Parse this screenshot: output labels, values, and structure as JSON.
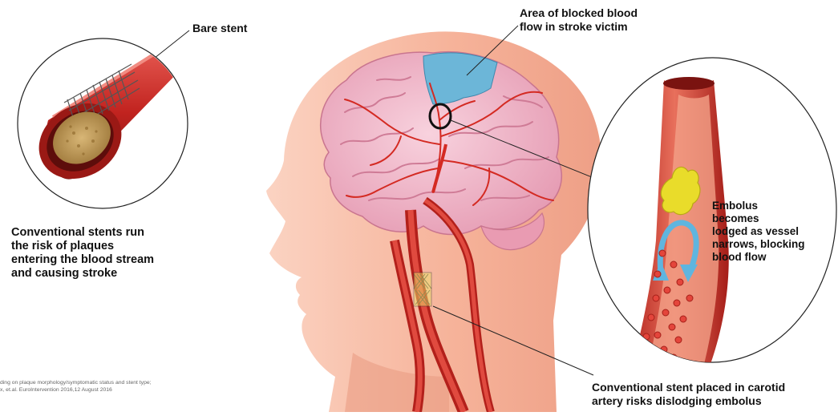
{
  "labels": {
    "bare_stent": "Bare stent",
    "blocked_area": [
      "Area of blocked blood",
      "flow in stroke victim"
    ],
    "conventional": [
      "Conventional stents run",
      "the risk of plaques",
      "entering the blood stream",
      "and causing stroke"
    ],
    "embolus": [
      "Embolus",
      "becomes",
      "lodged as vessel",
      "narrows, blocking",
      "blood flow"
    ],
    "carotid": [
      "Conventional stent placed in carotid",
      "artery risks dislodging embolus"
    ],
    "citation": [
      "ding on plaque morphology/symptomatic status and stent type;",
      "x, et.al. EuroIntervention 2016,12 August 2016"
    ]
  },
  "colors": {
    "skin": "#f6b8a0",
    "skin_dark": "#e98f72",
    "brain": "#f2b7c9",
    "brain_fold": "#d7869f",
    "artery": "#d42a22",
    "vessel_dark": "#8f1d1a",
    "ischemic_area": "#6cb6d8",
    "embolus": "#e9dc2a",
    "plaque": "#c8a25b",
    "flow_arrow": "#5fb5df"
  }
}
